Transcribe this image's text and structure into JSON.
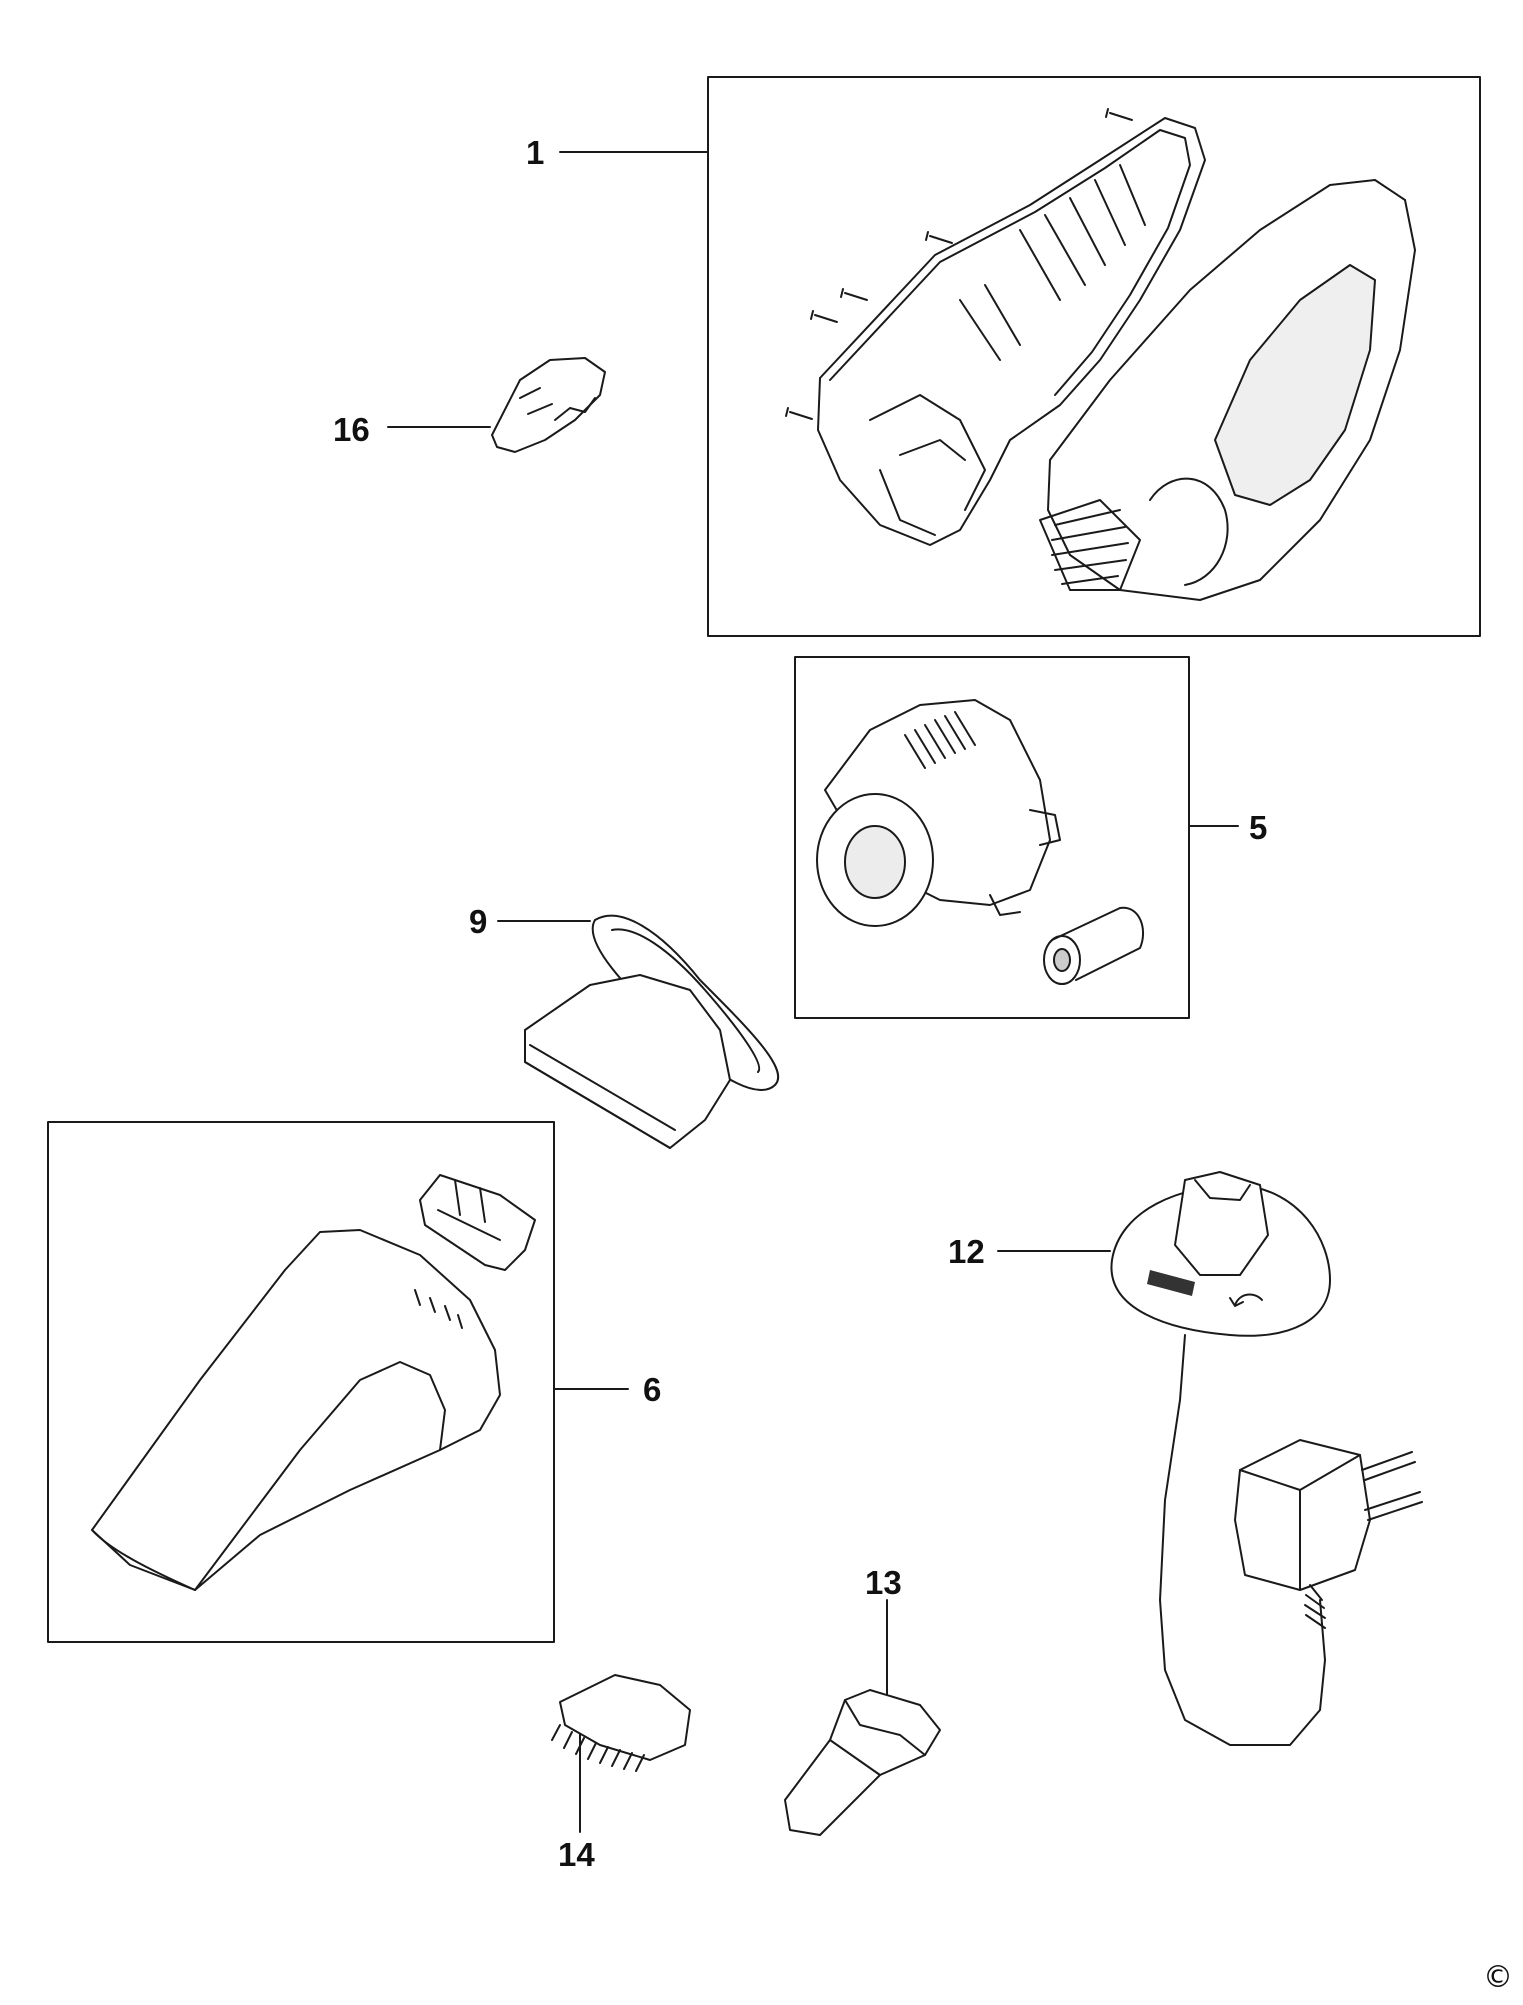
{
  "callouts": {
    "c1": "1",
    "c5": "5",
    "c6": "6",
    "c9": "9",
    "c12": "12",
    "c13": "13",
    "c14": "14",
    "c16": "16"
  },
  "copyright": "©",
  "colors": {
    "line": "#1a1a1a",
    "fill": "#ffffff",
    "shade": "#e6e6e6",
    "dark": "#333333"
  }
}
